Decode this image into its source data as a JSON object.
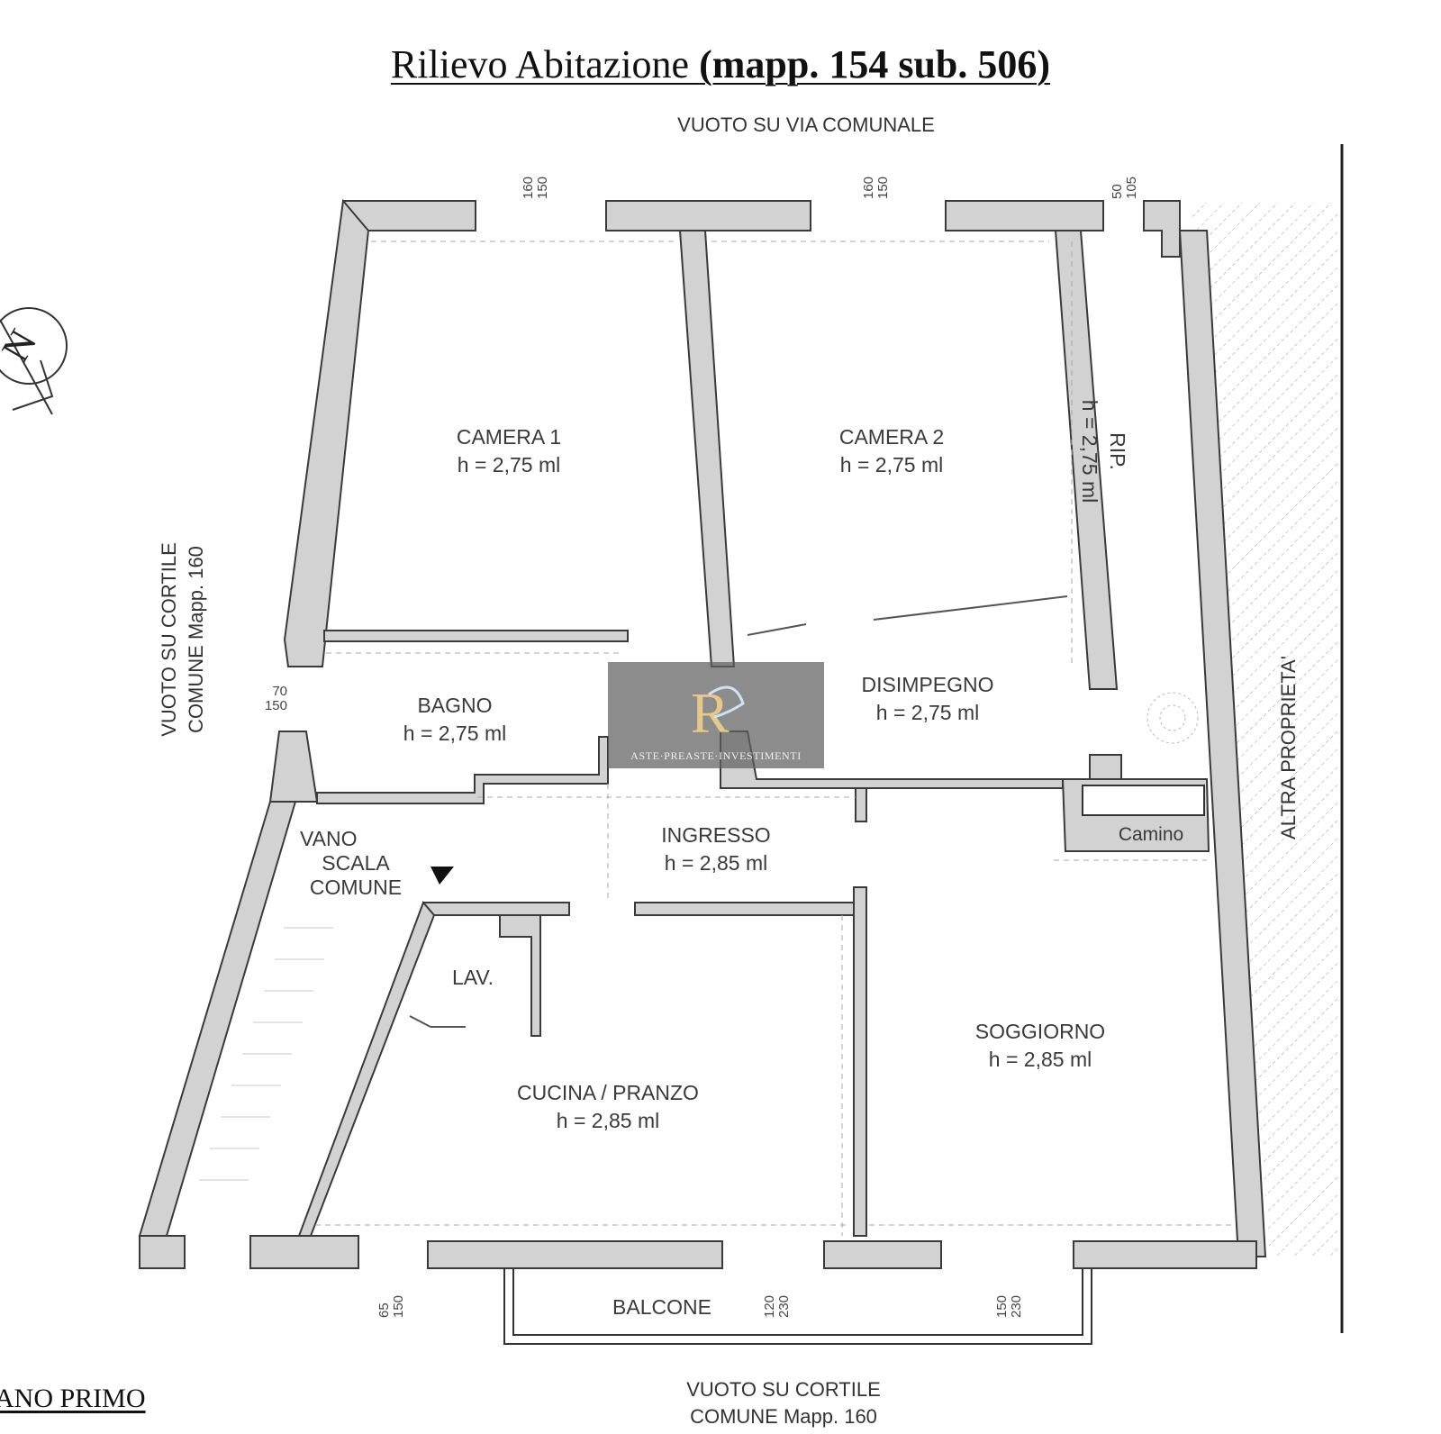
{
  "title": {
    "main": "Rilievo Abitazione ",
    "bold": "(mapp. 154 sub. 506)"
  },
  "floor_label": "ANO PRIMO",
  "surroundings": {
    "top": "VUOTO SU VIA COMUNALE",
    "left_line1": "VUOTO SU CORTILE",
    "left_line2": "COMUNE Mapp. 160",
    "bottom_line1": "VUOTO SU CORTILE",
    "bottom_line2": "COMUNE Mapp. 160",
    "right": "ALTRA PROPRIETA'"
  },
  "rooms": {
    "camera1": {
      "name": "CAMERA 1",
      "height": "h = 2,75 ml"
    },
    "camera2": {
      "name": "CAMERA 2",
      "height": "h = 2,75 ml"
    },
    "rip": {
      "name": "RIP.",
      "height": "h = 2,75 ml"
    },
    "bagno": {
      "name": "BAGNO",
      "height": "h = 2,75 ml"
    },
    "disimpegno": {
      "name": "DISIMPEGNO",
      "height": "h = 2,75 ml"
    },
    "ingresso": {
      "name": "INGRESSO",
      "height": "h = 2,85 ml"
    },
    "vano_scala": {
      "line1": "VANO",
      "line2": "SCALA",
      "line3": "COMUNE"
    },
    "lav": {
      "name": "LAV."
    },
    "cucina": {
      "name": "CUCINA / PRANZO",
      "height": "h = 2,85 ml"
    },
    "soggiorno": {
      "name": "SOGGIORNO",
      "height": "h = 2,85 ml"
    },
    "camino": {
      "name": "Camino"
    },
    "balcone": {
      "name": "BALCONE"
    }
  },
  "window_dims": {
    "top1": {
      "a": "160",
      "b": "150"
    },
    "top2": {
      "a": "160",
      "b": "150"
    },
    "top3": {
      "a": "50",
      "b": "105"
    },
    "left": {
      "a": "70",
      "b": "150"
    },
    "bottom1": {
      "a": "65",
      "b": "150"
    },
    "bottom2": {
      "a": "120",
      "b": "230"
    },
    "bottom3": {
      "a": "150",
      "b": "230"
    }
  },
  "watermark": {
    "text": "ASTE·PREASTE·INVESTIMENTI"
  }
}
